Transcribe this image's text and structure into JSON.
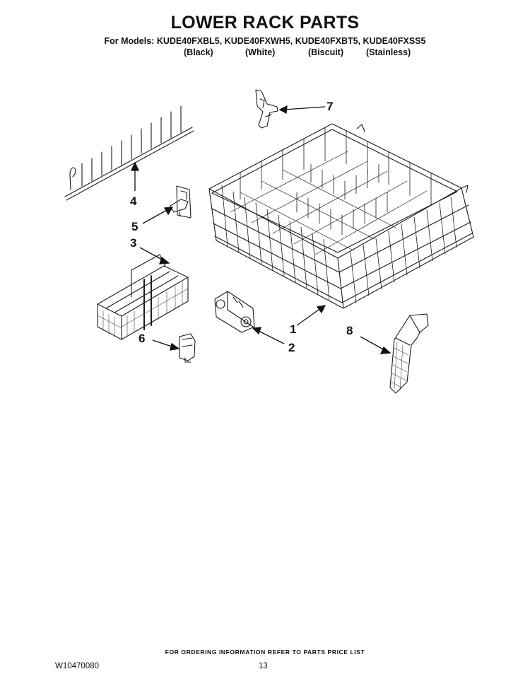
{
  "header": {
    "title": "LOWER RACK PARTS",
    "models_line": "For Models: KUDE40FXBL5, KUDE40FXWH5, KUDE40FXBT5, KUDE40FXSS5",
    "finishes": [
      "(Black)",
      "(White)",
      "(Biscuit)",
      "(Stainless)"
    ]
  },
  "callouts": [
    "1",
    "2",
    "3",
    "4",
    "5",
    "6",
    "7",
    "8"
  ],
  "footer": {
    "ordering_note": "FOR ORDERING INFORMATION REFER TO PARTS PRICE LIST",
    "document_number": "W10470080",
    "page_number": "13"
  }
}
